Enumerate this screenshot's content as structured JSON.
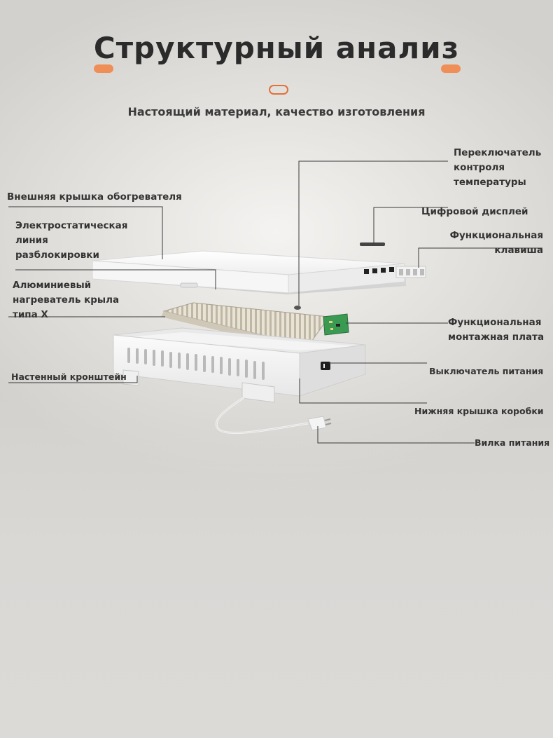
{
  "header": {
    "title": "Структурный анализ",
    "subtitle": "Настоящий материал, качество изготовления"
  },
  "colors": {
    "accent": "#f08e57",
    "text": "#333333",
    "board_green": "#3a9a52"
  },
  "labels": {
    "outer_cover": "Внешняя крышка обогревателя",
    "electrostatic_line": "Электростатическая\nлиния\nразблокировки",
    "aluminum_heater": "Алюминиевый\nнагреватель крыла\nтипа Х",
    "wall_bracket": "Настенный кронштейн",
    "temp_switch": "Переключатель\nконтроля\nтемпературы",
    "digital_display": "Цифровой дисплей",
    "function_key": "Функциональная\nклавиша",
    "function_board": "Функциональная\nмонтажная плата",
    "power_switch": "Выключатель питания",
    "bottom_cover": "Нижняя крышка коробки",
    "power_plug": "Вилка питания"
  }
}
